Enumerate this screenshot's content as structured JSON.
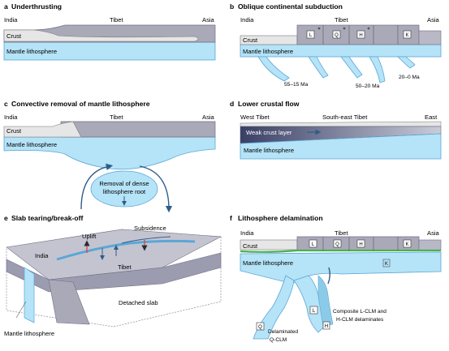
{
  "colors": {
    "mantle": "#b5e3f7",
    "mantle_edge": "#5aa7d6",
    "crust": "#a9a9b8",
    "crust_dark": "#8a8aa0",
    "india_crust": "#e6e6e6",
    "green_layer": "#4caf50",
    "arrow": "#2f5d8a",
    "red": "#e8392f"
  },
  "panels": {
    "a": {
      "letter": "a",
      "title": "Underthrusting",
      "india": "India",
      "tibet": "Tibet",
      "asia": "Asia",
      "crust": "Crust",
      "mantle": "Mantle lithosphere"
    },
    "b": {
      "letter": "b",
      "title": "Oblique continental subduction",
      "india": "India",
      "tibet": "Tibet",
      "asia": "Asia",
      "crust": "Crust",
      "mantle": "Mantle lithosphere",
      "blocks": [
        "L",
        "Q",
        "H",
        "K"
      ],
      "ages": [
        "55–15 Ma",
        "50–20 Ma",
        "20–0 Ma"
      ]
    },
    "c": {
      "letter": "c",
      "title": "Convective removal of mantle lithosphere",
      "india": "India",
      "tibet": "Tibet",
      "asia": "Asia",
      "crust": "Crust",
      "mantle": "Mantle lithosphere",
      "removal_line1": "Removal of dense",
      "removal_line2": "lithosphere root"
    },
    "d": {
      "letter": "d",
      "title": "Lower crustal flow",
      "west": "West Tibet",
      "southeast": "South-east Tibet",
      "east": "East",
      "weak": "Weak crust layer",
      "mantle": "Mantle lithosphere"
    },
    "e": {
      "letter": "e",
      "title": "Slab tearing/break-off",
      "uplift": "Uplift",
      "subsidence": "Subsidence",
      "india": "India",
      "tibet": "Tibet",
      "detached": "Detached slab",
      "mantle": "Mantle lithosphere"
    },
    "f": {
      "letter": "f",
      "title": "Lithosphere delamination",
      "india": "India",
      "tibet": "Tibet",
      "asia": "Asia",
      "crust": "Crust",
      "mantle": "Mantle lithosphere",
      "blocks": [
        "L",
        "Q",
        "H",
        "K"
      ],
      "k_mantle": "K",
      "drip_l": "L",
      "drip_h": "H",
      "drip_q": "Q",
      "composite_line1": "Composite L-CLM and",
      "composite_line2": "H-CLM delaminates",
      "delam_line1": "Delaminated",
      "delam_line2": "Q-CLM"
    }
  }
}
